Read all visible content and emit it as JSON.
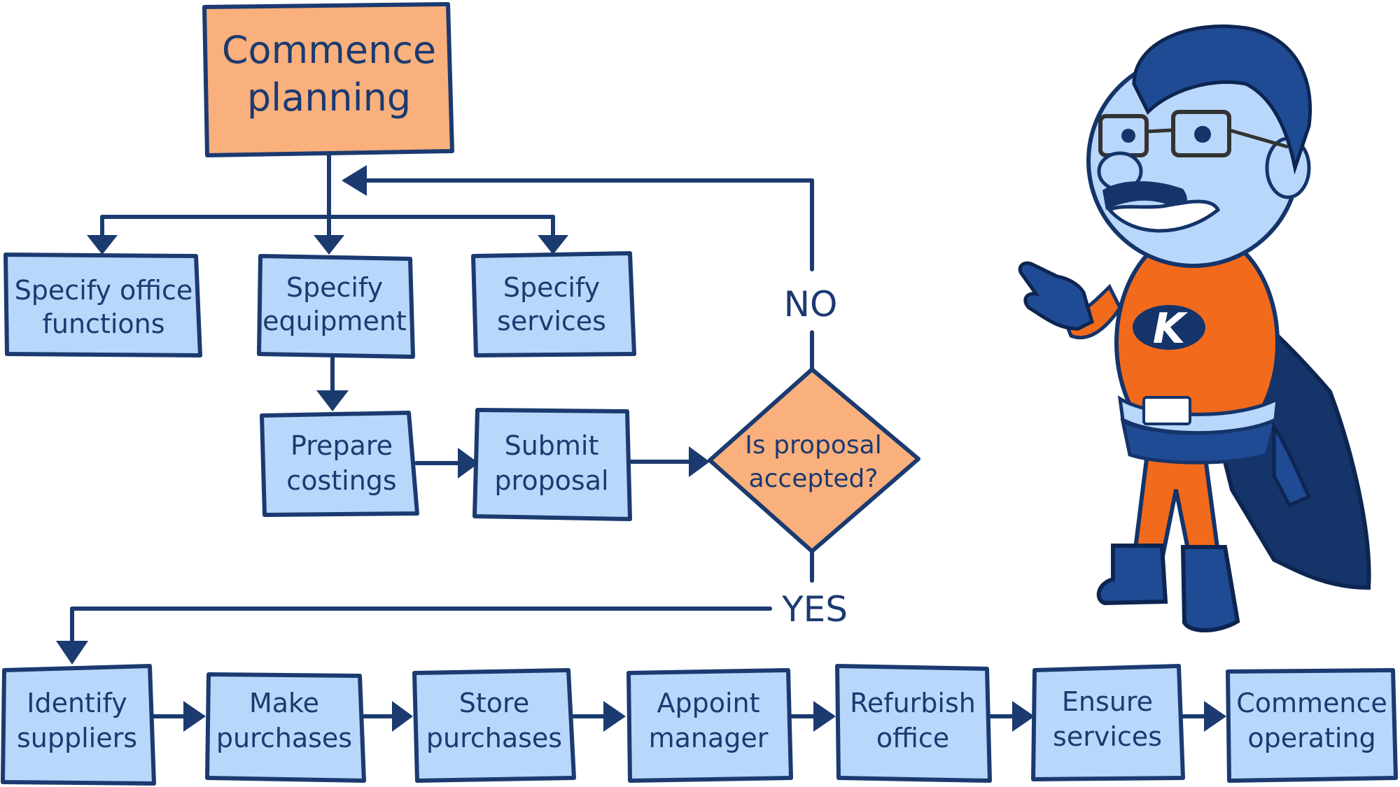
{
  "nodes": {
    "commence_planning": [
      "Commence",
      "planning"
    ],
    "specify_office_functions": [
      "Specify office",
      "functions"
    ],
    "specify_equipment": [
      "Specify",
      "equipment"
    ],
    "specify_services": [
      "Specify",
      "services"
    ],
    "prepare_costings": [
      "Prepare",
      "costings"
    ],
    "submit_proposal": [
      "Submit",
      "proposal"
    ],
    "decision": [
      "Is proposal",
      "accepted?"
    ],
    "identify_suppliers": [
      "Identify",
      "suppliers"
    ],
    "make_purchases": [
      "Make",
      "purchases"
    ],
    "store_purchases": [
      "Store",
      "purchases"
    ],
    "appoint_manager": [
      "Appoint",
      "manager"
    ],
    "refurbish_office": [
      "Refurbish",
      "office"
    ],
    "ensure_services": [
      "Ensure",
      "services"
    ],
    "commence_operating": [
      "Commence",
      "operating"
    ]
  },
  "labels": {
    "no": "NO",
    "yes": "YES"
  },
  "mascot": {
    "emblem_letter": "K"
  },
  "colors": {
    "box_blue": "#b8d7fb",
    "box_orange": "#f9b07c",
    "ink": "#1b3a70",
    "suit_orange": "#f26a1b"
  },
  "icons": {
    "mascot": "superhero-mascot-icon"
  }
}
